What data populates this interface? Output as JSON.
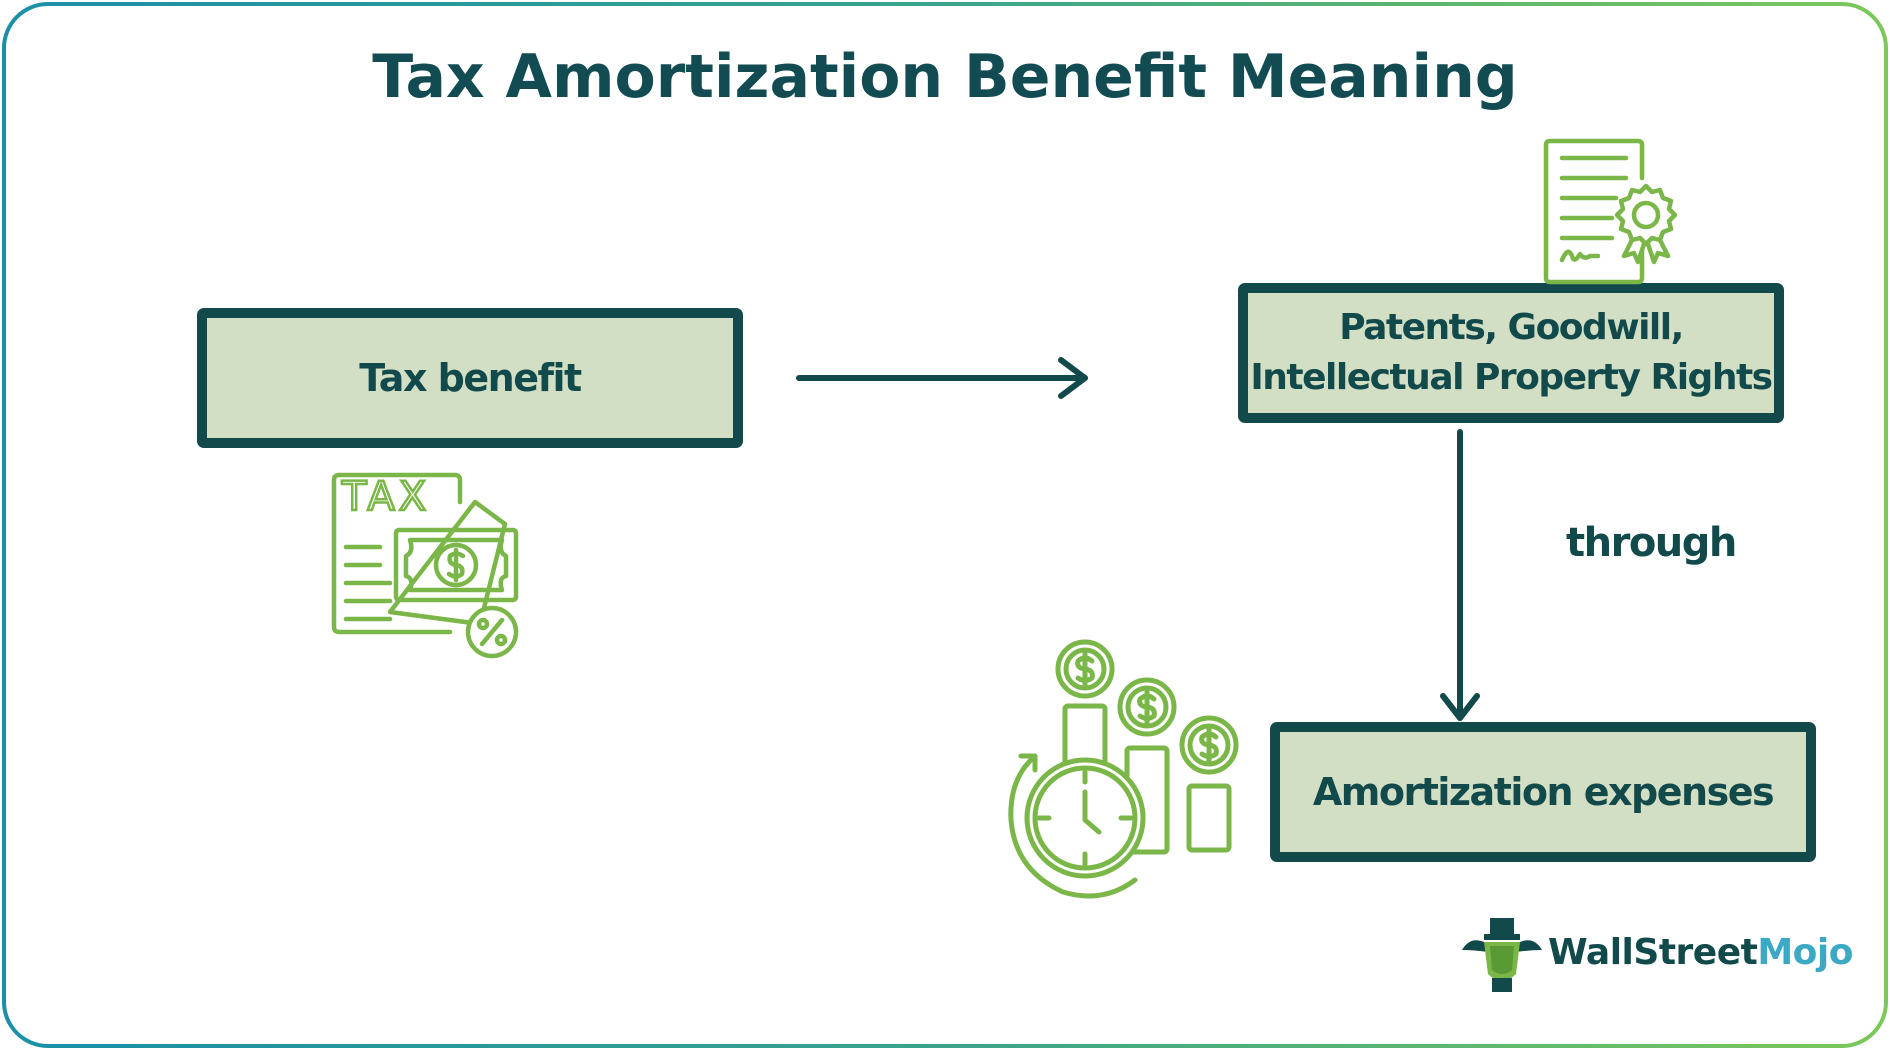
{
  "title": "Tax Amortization Benefit Meaning",
  "boxes": {
    "tax_benefit": "Tax benefit",
    "ip_line1": "Patents, Goodwill,",
    "ip_line2": "Intellectual Property Rights",
    "amortization": "Amortization expenses"
  },
  "connector_label": "through",
  "icons": {
    "tax_doc": {
      "label": "TAX",
      "name": "tax-document-money-icon"
    },
    "certificate": "certificate-icon",
    "coins_clock": "clock-coins-growth-icon"
  },
  "logo": {
    "part1": "WallStreet",
    "part2": "Mojo"
  },
  "colors": {
    "dark_teal": "#124a4c",
    "box_fill": "#d2dfc5",
    "icon_green": "#7ab648",
    "logo_blue": "#3da8c4"
  }
}
